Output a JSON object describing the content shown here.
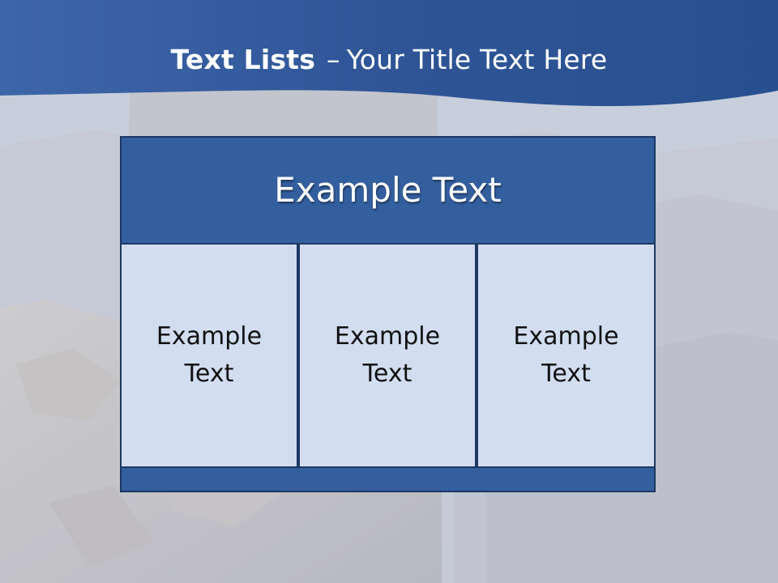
{
  "slide": {
    "title_bold": "Text Lists",
    "title_dash": "–",
    "title_rest": "Your Title Text Here"
  },
  "diagram": {
    "header": "Example Text",
    "cells": [
      {
        "line1": "Example",
        "line2": "Text"
      },
      {
        "line1": "Example",
        "line2": "Text"
      },
      {
        "line1": "Example",
        "line2": "Text"
      }
    ]
  },
  "colors": {
    "title_band": "#2f5597",
    "header_fill": "#345f9f",
    "cell_fill": "#d2ddf0",
    "border": "#1d3863"
  }
}
